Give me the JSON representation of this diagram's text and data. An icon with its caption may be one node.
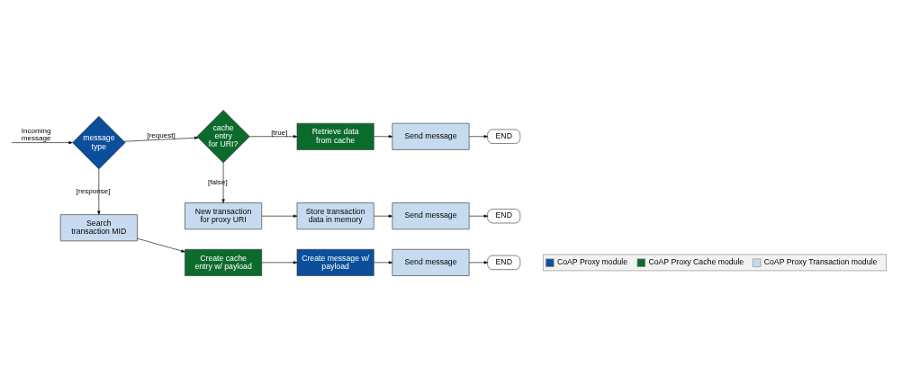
{
  "diagram": {
    "nodes": [
      {
        "text": [
          "message type"
        ]
      },
      {
        "text": [
          "cache entry for URI?"
        ]
      },
      {
        "text": [
          "Retrieve data from cache"
        ]
      },
      {
        "text": [
          "Send message"
        ]
      },
      {
        "text": [
          "END"
        ]
      },
      {
        "text": [
          "New transaction for proxy URI"
        ]
      },
      {
        "text": [
          "Store transaction data in memory"
        ]
      },
      {
        "text": [
          "Send message"
        ]
      },
      {
        "text": [
          "END"
        ]
      },
      {
        "text": [
          "Search transaction MID"
        ]
      },
      {
        "text": [
          "Create cache entry w/ payload"
        ]
      },
      {
        "text": [
          "Create message w/ payload"
        ]
      },
      {
        "text": [
          "Send message"
        ]
      },
      {
        "text": [
          "END"
        ]
      }
    ],
    "edges": [
      {
        "from": null,
        "to": 0,
        "arrow": "to",
        "label": "Incoming message"
      },
      {
        "from": 0,
        "to": 1,
        "arrow": "to",
        "label": "[request]"
      },
      {
        "from": 1,
        "to": 2,
        "arrow": "to",
        "label": "[true]"
      },
      {
        "from": 2,
        "to": 3,
        "arrow": "to"
      },
      {
        "from": 3,
        "to": 4,
        "arrow": "to"
      },
      {
        "from": 1,
        "to": 5,
        "arrow": "to",
        "label": "[false]"
      },
      {
        "from": 5,
        "to": 6,
        "arrow": "to"
      },
      {
        "from": 6,
        "to": 7,
        "arrow": "to"
      },
      {
        "from": 7,
        "to": 8,
        "arrow": "to"
      },
      {
        "from": 0,
        "to": 9,
        "arrow": "to",
        "label": "[response]"
      },
      {
        "from": 9,
        "to": 10,
        "arrow": "to"
      },
      {
        "from": 10,
        "to": 11,
        "arrow": "to"
      },
      {
        "from": 11,
        "to": 12,
        "arrow": "to"
      },
      {
        "from": 12,
        "to": 13,
        "arrow": "to"
      }
    ],
    "legend": [
      {
        "text": "CoAP Proxy module",
        "color": "#0b4f9c"
      },
      {
        "text": "CoAP Proxy Cache module",
        "color": "#0b6b2c"
      },
      {
        "text": "CoAP Proxy Transaction module",
        "color": "#c6dbef"
      }
    ]
  }
}
